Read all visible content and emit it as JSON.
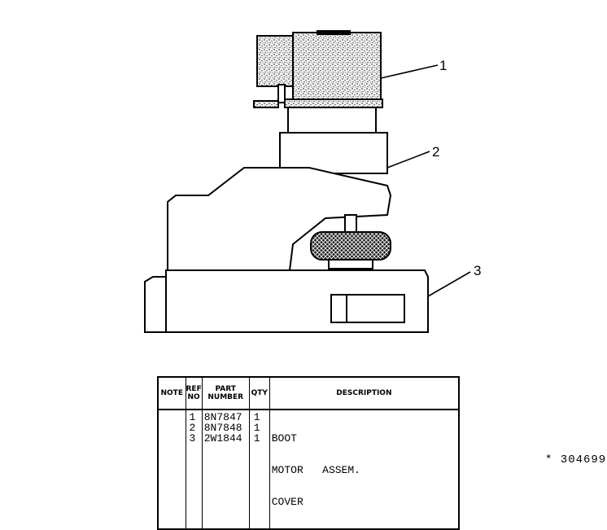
{
  "callouts": [
    "1",
    "2",
    "3"
  ],
  "table": {
    "headers": {
      "note": "NOTE",
      "ref_no": [
        "REF",
        "NO"
      ],
      "part_number": [
        "PART",
        "NUMBER"
      ],
      "qty": "QTY",
      "description": "DESCRIPTION"
    },
    "rows": [
      {
        "note": "",
        "ref_no": "1",
        "part_number": "8N7847",
        "qty": "1",
        "description": "BOOT"
      },
      {
        "note": "",
        "ref_no": "2",
        "part_number": "8N7848",
        "qty": "1",
        "description": "MOTOR   ASSEM."
      },
      {
        "note": "",
        "ref_no": "3",
        "part_number": "2W1844",
        "qty": "1",
        "description": "COVER"
      }
    ]
  },
  "drawing_number": "* 304699"
}
